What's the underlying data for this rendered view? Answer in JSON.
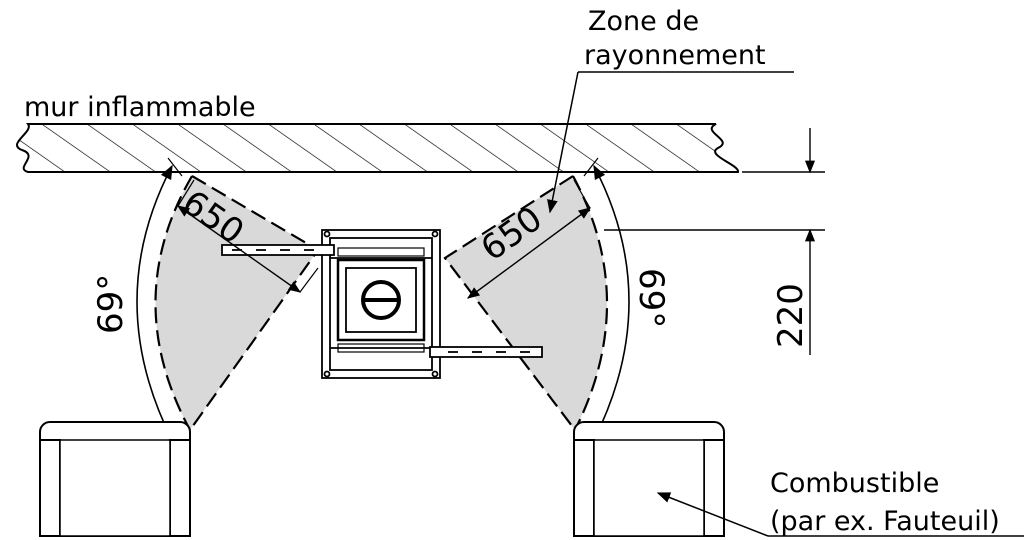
{
  "labels": {
    "wall": "mur inflammable",
    "zone_line1": "Zone de",
    "zone_line2": "rayonnement",
    "combustible_line1": "Combustible",
    "combustible_line2": "(par ex. Fauteuil)"
  },
  "dimensions": {
    "radiation_left": "650",
    "radiation_right": "650",
    "angle_left": "69°",
    "angle_right": "69°",
    "wall_distance": "220"
  },
  "colors": {
    "line": "#000000",
    "radiation_zone": "#d9d9d9",
    "background": "#ffffff"
  }
}
